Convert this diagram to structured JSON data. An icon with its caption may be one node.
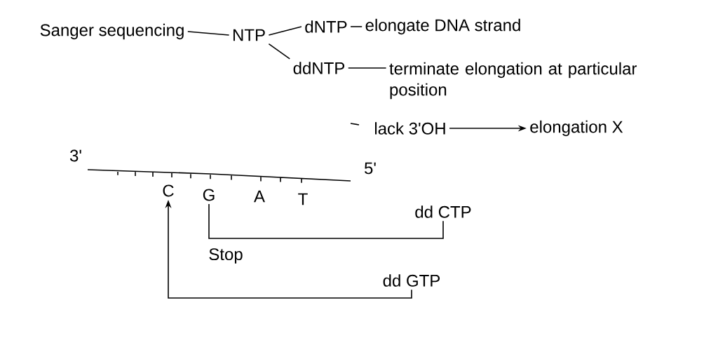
{
  "diagram": {
    "nodes": [
      {
        "text": [
          "Sanger sequencing"
        ]
      },
      {
        "text": [
          "NTP"
        ]
      },
      {
        "text": [
          "dNTP"
        ]
      },
      {
        "text": [
          "elongate DNA strand"
        ]
      },
      {
        "text": [
          "ddNTP"
        ]
      },
      {
        "text": [
          "terminate elongation at particular position"
        ]
      },
      {
        "text": [
          "lack 3'OH"
        ]
      },
      {
        "text": [
          "elongation X"
        ]
      },
      {
        "text": [
          "C"
        ]
      },
      {
        "text": [
          "G"
        ]
      },
      {
        "text": [
          "A"
        ]
      },
      {
        "text": [
          "T"
        ]
      },
      {
        "text": [
          "dd CTP"
        ]
      },
      {
        "text": [
          "dd GTP"
        ]
      }
    ],
    "edges": [
      {
        "from": 0,
        "to": 1,
        "arrow": "none"
      },
      {
        "from": 1,
        "to": 2,
        "arrow": "none"
      },
      {
        "from": 1,
        "to": 4,
        "arrow": "none"
      },
      {
        "from": 2,
        "to": 3,
        "arrow": "none"
      },
      {
        "from": 4,
        "to": 5,
        "arrow": "none"
      },
      {
        "from": 6,
        "to": 7,
        "arrow": "to"
      },
      {
        "from": 12,
        "to": 9,
        "arrow": "none"
      },
      {
        "from": 13,
        "to": 8,
        "arrow": "to"
      }
    ],
    "labels": [
      "3'",
      "5'",
      "Stop"
    ]
  }
}
